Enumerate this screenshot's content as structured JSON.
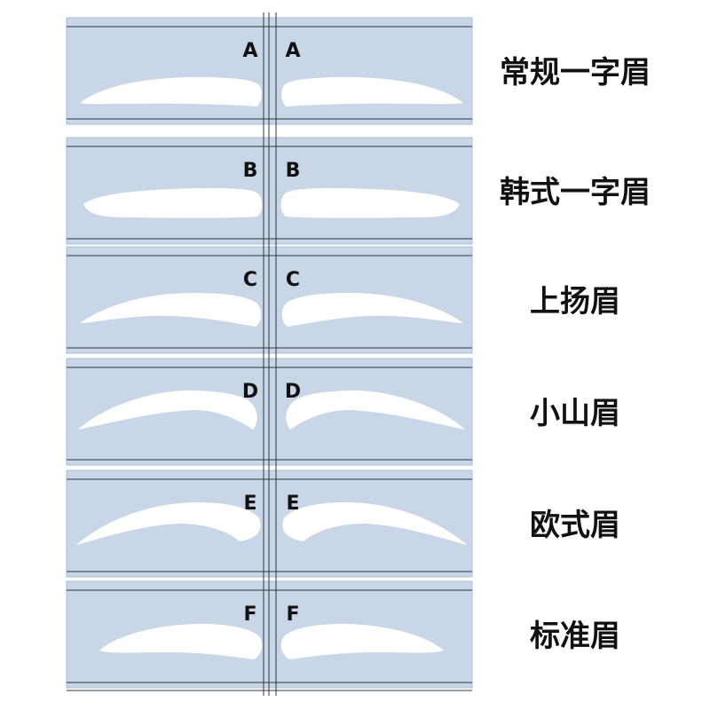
{
  "colors": {
    "card": "#c9d6e8",
    "card_edge": "#aebdd3",
    "guide_line": "#2c3444",
    "cutout": "#ffffff",
    "letter": "#111111",
    "label": "#111111"
  },
  "rows": [
    {
      "letter": "A",
      "label": "常规一字眉",
      "shape": "straight"
    },
    {
      "letter": "B",
      "label": "韩式一字眉",
      "shape": "korean"
    },
    {
      "letter": "C",
      "label": "上扬眉",
      "shape": "upturned"
    },
    {
      "letter": "D",
      "label": "小山眉",
      "shape": "small-peak"
    },
    {
      "letter": "E",
      "label": "欧式眉",
      "shape": "european"
    },
    {
      "letter": "F",
      "label": "标准眉",
      "shape": "standard"
    }
  ]
}
